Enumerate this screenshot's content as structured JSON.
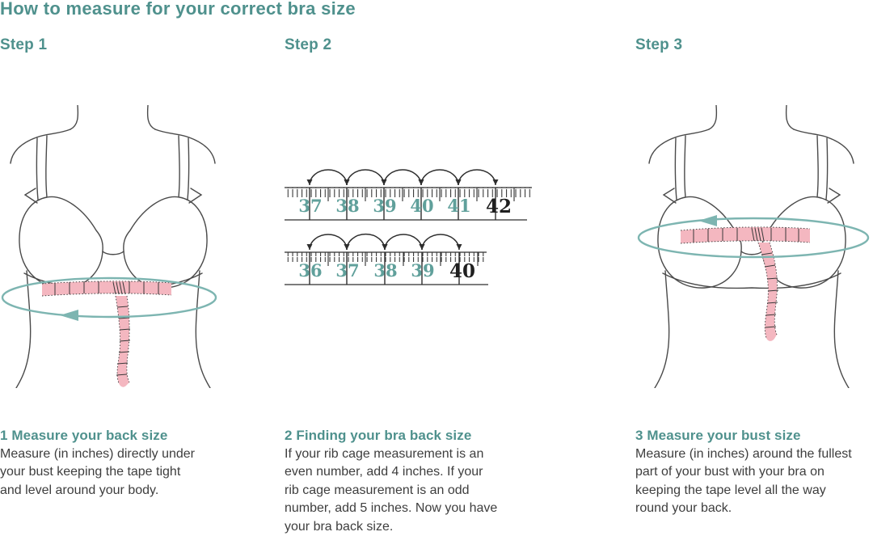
{
  "page": {
    "title": "How to measure for your correct bra size"
  },
  "colors": {
    "teal_text": "#4f918d",
    "teal_arrow": "#7db5b1",
    "tape_pink": "#f4b7c0",
    "body_text": "#3e3e3e",
    "ruler_number_teal": "#60a09b",
    "ruler_number_dark": "#1f1f1f"
  },
  "steps": [
    {
      "label": "Step 1",
      "heading": "1 Measure your back size",
      "body": "Measure (in inches) directly under\nyour bust keeping the tape tight\nand level around your body.",
      "illustration": "torso-with-tape-under-bust"
    },
    {
      "label": "Step 2",
      "heading": "2 Finding your bra back size",
      "body": "If your rib cage measurement is an\neven number, add 4 inches. If your\nrib cage measurement is an odd\nnumber, add 5 inches. Now you have\nyour bra back size.",
      "illustration": "two-rulers-with-inch-hops"
    },
    {
      "label": "Step 3",
      "heading": "3 Measure your bust size",
      "body": "Measure (in inches) around the fullest\npart of your bust with your bra on\nkeeping the tape level all the way\nround your back.",
      "illustration": "torso-with-tape-around-bust"
    }
  ],
  "rulers": [
    {
      "numbers": [
        "37",
        "38",
        "39",
        "40",
        "41",
        "42"
      ],
      "hops": 5,
      "highlighted": "42"
    },
    {
      "numbers": [
        "36",
        "37",
        "38",
        "39",
        "40"
      ],
      "hops": 4,
      "highlighted": "40"
    }
  ]
}
